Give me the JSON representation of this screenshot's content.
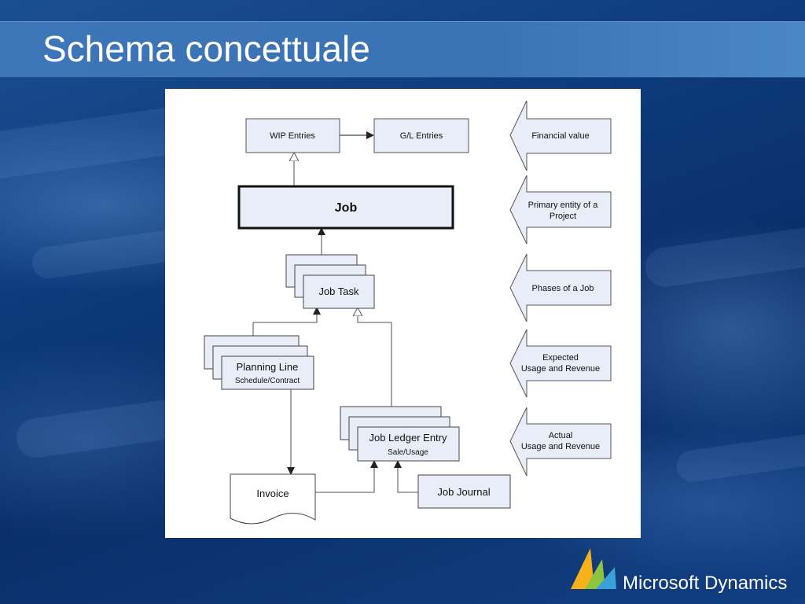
{
  "slide": {
    "title": "Schema concettuale"
  },
  "diagram": {
    "nodes": {
      "wip_entries": "WIP Entries",
      "gl_entries": "G/L Entries",
      "job": "Job",
      "job_task": "Job Task",
      "planning_line": "Planning Line",
      "planning_line_sub": "Schedule/Contract",
      "job_ledger_entry": "Job Ledger Entry",
      "job_ledger_entry_sub": "Sale/Usage",
      "invoice": "Invoice",
      "job_journal": "Job Journal"
    },
    "side_labels": {
      "financial_value": "Financial value",
      "primary_entity_1": "Primary entity of a",
      "primary_entity_2": "Project",
      "phases": "Phases of a Job",
      "expected_1": "Expected",
      "expected_2": "Usage and Revenue",
      "actual_1": "Actual",
      "actual_2": "Usage and Revenue"
    },
    "colors": {
      "box_fill": "#e8edf7",
      "stroke": "#555555",
      "arrow": "#666666"
    }
  },
  "footer": {
    "brand": "Microsoft Dynamics",
    "logo_colors": [
      "#f7b21b",
      "#8cc63f",
      "#3aa0d8"
    ]
  }
}
